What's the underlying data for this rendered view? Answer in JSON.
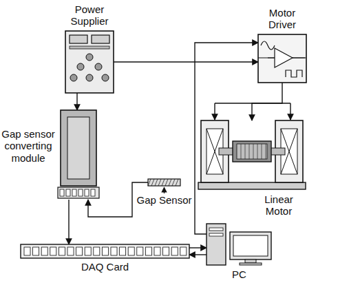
{
  "diagram": {
    "nodes": [
      {
        "text": [
          "Power Supplier"
        ]
      },
      {
        "text": [
          "Motor Driver"
        ]
      },
      {
        "text": [
          "Gap sensor converting module"
        ]
      },
      {
        "text": [
          "Linear Motor"
        ]
      },
      {
        "text": [
          "Gap Sensor"
        ]
      },
      {
        "text": [
          "DAQ Card"
        ]
      },
      {
        "text": [
          "PC"
        ]
      }
    ],
    "edges": [
      {
        "from": 0,
        "to": 2,
        "arrow": "to"
      },
      {
        "from": 0,
        "to": 1,
        "arrow": "to"
      },
      {
        "from": 6,
        "to": 1,
        "arrow": "to"
      },
      {
        "from": 1,
        "to": 3,
        "arrow": "to"
      },
      {
        "from": 4,
        "to": 2,
        "arrow": "to"
      },
      {
        "from": 2,
        "to": 5,
        "arrow": "to"
      },
      {
        "from": 5,
        "to": 6,
        "arrow": "to"
      },
      {
        "from": 6,
        "to": 5,
        "arrow": "to"
      }
    ]
  }
}
